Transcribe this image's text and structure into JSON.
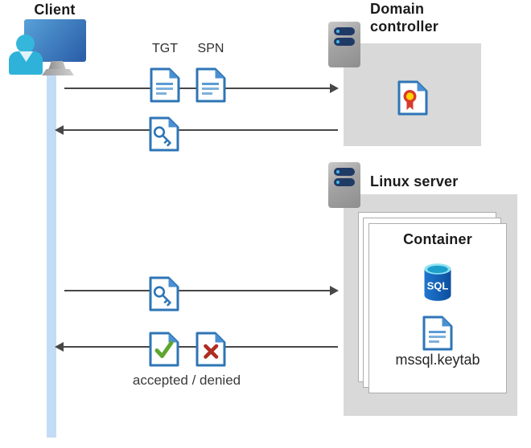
{
  "client": {
    "label": "Client"
  },
  "domain_controller": {
    "label": "Domain controller"
  },
  "linux_server": {
    "label": "Linux server"
  },
  "container": {
    "label": "Container",
    "sql_logo_text": "SQL",
    "keytab_file": "mssql.keytab"
  },
  "flows": {
    "tgt_label": "TGT",
    "spn_label": "SPN",
    "result_label": "accepted / denied"
  },
  "colors": {
    "doc_border_blue": "#2E75B6",
    "doc_fold_blue": "#4A90D2",
    "doc_line_blue": "#5B9BD5",
    "accept_green": "#5EA62E",
    "deny_red": "#B02C22",
    "cert_yellow": "#FFD400",
    "cert_ribbon_red": "#D93A2B",
    "sql_body_blue": "#0C4F9E",
    "sql_top_cyan": "#8FE2F2",
    "server_pill_navy": "#203A66",
    "server_dot_cyan": "#44B9E8",
    "client_cyan": "#2FB2D9",
    "monitor_blue": "#2B5FA9",
    "lifeline_blue": "#C3DCF5",
    "panel_gray": "#D9D9D9",
    "arrow_gray": "#474747"
  }
}
